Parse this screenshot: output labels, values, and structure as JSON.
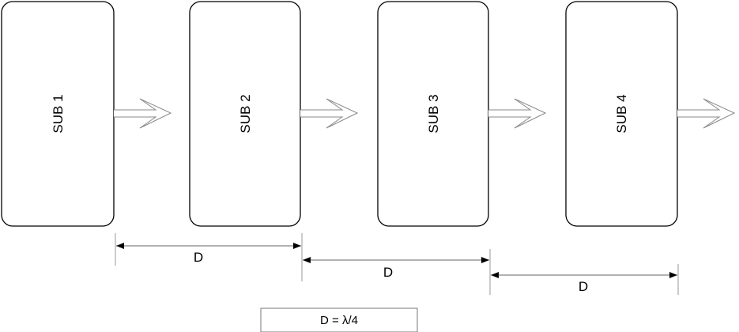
{
  "subsystems": [
    {
      "label": "SUB 1"
    },
    {
      "label": "SUB 2"
    },
    {
      "label": "SUB 3"
    },
    {
      "label": "SUB 4"
    }
  ],
  "dimensions": [
    {
      "label": "D"
    },
    {
      "label": "D"
    },
    {
      "label": "D"
    }
  ],
  "legend": {
    "text": "D = λ/4"
  }
}
